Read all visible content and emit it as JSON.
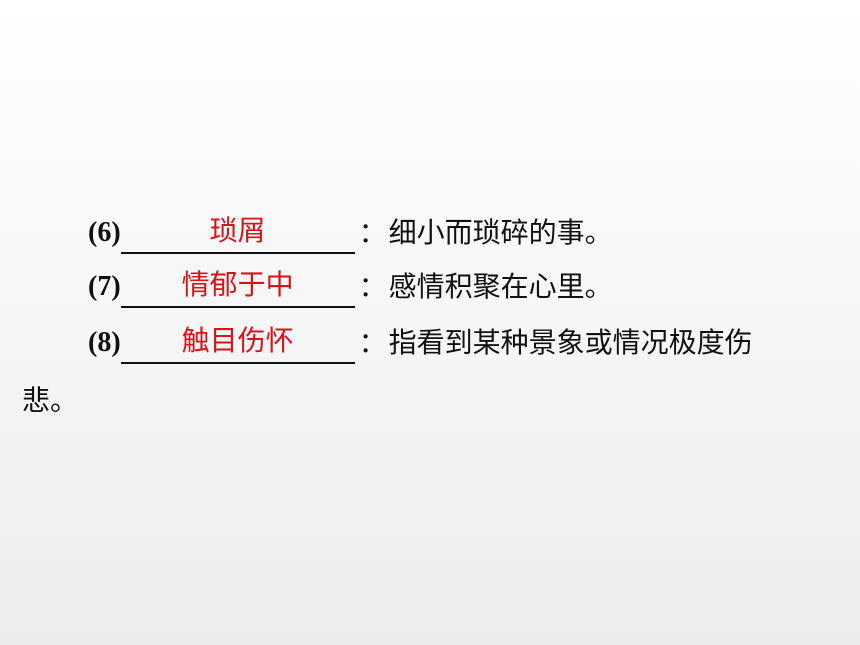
{
  "items": [
    {
      "num": "(6)",
      "answer": "琐屑",
      "colon": "：",
      "desc": "细小而琐碎的事。"
    },
    {
      "num": "(7)",
      "answer": "情郁于中",
      "colon": "：",
      "desc": "感情积聚在心里。"
    },
    {
      "num": "(8)",
      "answer": "触目伤怀",
      "colon": "：",
      "desc": "指看到某种景象或情况极度伤"
    }
  ],
  "continuation": "悲。",
  "colors": {
    "answer": "#d6141a",
    "text": "#111111"
  }
}
